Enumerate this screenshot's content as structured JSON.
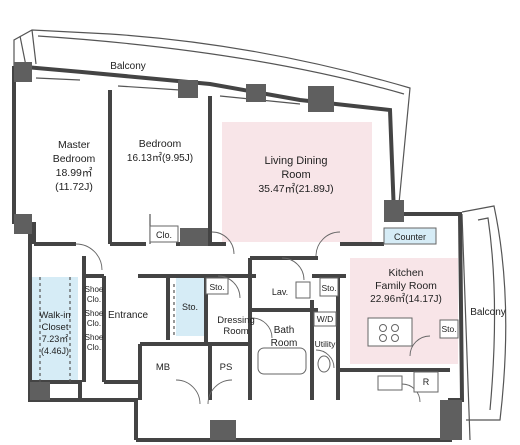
{
  "colors": {
    "wall": "#444444",
    "pink_area": "#f8e5e8",
    "blue_area": "#d6ecf6",
    "counter_fill": "#d6ecf6",
    "grey_column": "#5f5f5f"
  },
  "rooms": {
    "balcony_top": "Balcony",
    "master_bedroom": [
      "Master",
      "Bedroom",
      "18.99㎡",
      "(11.72J)"
    ],
    "bedroom": [
      "Bedroom",
      "16.13㎡(9.95J)"
    ],
    "living_dining": [
      "Living Dining",
      "Room",
      "35.47㎡(21.89J)"
    ],
    "kitchen": [
      "Kitchen",
      "Family Room",
      "22.96㎡(14.17J)"
    ],
    "balcony_right": "Balcony",
    "walk_in_closet": [
      "Walk-in",
      "Closet",
      "7.23㎡",
      "(4.46J)"
    ],
    "entrance": "Entrance",
    "dressing_room": [
      "Dressing",
      "Room"
    ],
    "bath_room": [
      "Bath",
      "Room"
    ],
    "utility": "Utility",
    "lav": "Lav."
  },
  "labels": {
    "clo_bedroom": "Clo.",
    "counter": "Counter",
    "shoe_clo_1": [
      "Shoe",
      "Clo."
    ],
    "shoe_clo_2": [
      "Shoe",
      "Clo."
    ],
    "shoe_clo_3": [
      "Shoe",
      "Clo."
    ],
    "sto_hall": "Sto.",
    "sto_dressing": "Sto.",
    "sto_lav": "Sto.",
    "sto_kitchen": "Sto.",
    "wd": "W/D",
    "mb": "MB",
    "ps": "PS",
    "r": "R"
  }
}
